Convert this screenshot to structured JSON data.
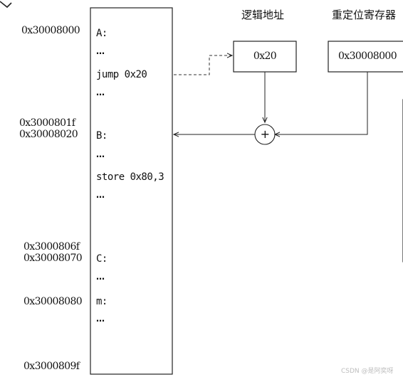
{
  "addresses": [
    "0x30008000",
    "0x3000801f",
    "0x30008020",
    "0x3000806f",
    "0x30008070",
    "0x30008080",
    "0x3000809f"
  ],
  "memory": {
    "label_a": "A:",
    "ellipsis": "…",
    "jump_instruction": "jump 0x20",
    "label_b": "B:",
    "store_instruction": "store 0x80,3",
    "label_c": "C:",
    "label_m": "m:"
  },
  "logical_address": {
    "header": "逻辑地址",
    "value": "0x20"
  },
  "relocation_register": {
    "header": "重定位寄存器",
    "value": "0x30008000"
  },
  "adder_symbol": "+",
  "watermark": "CSDN @是阿奕呀"
}
